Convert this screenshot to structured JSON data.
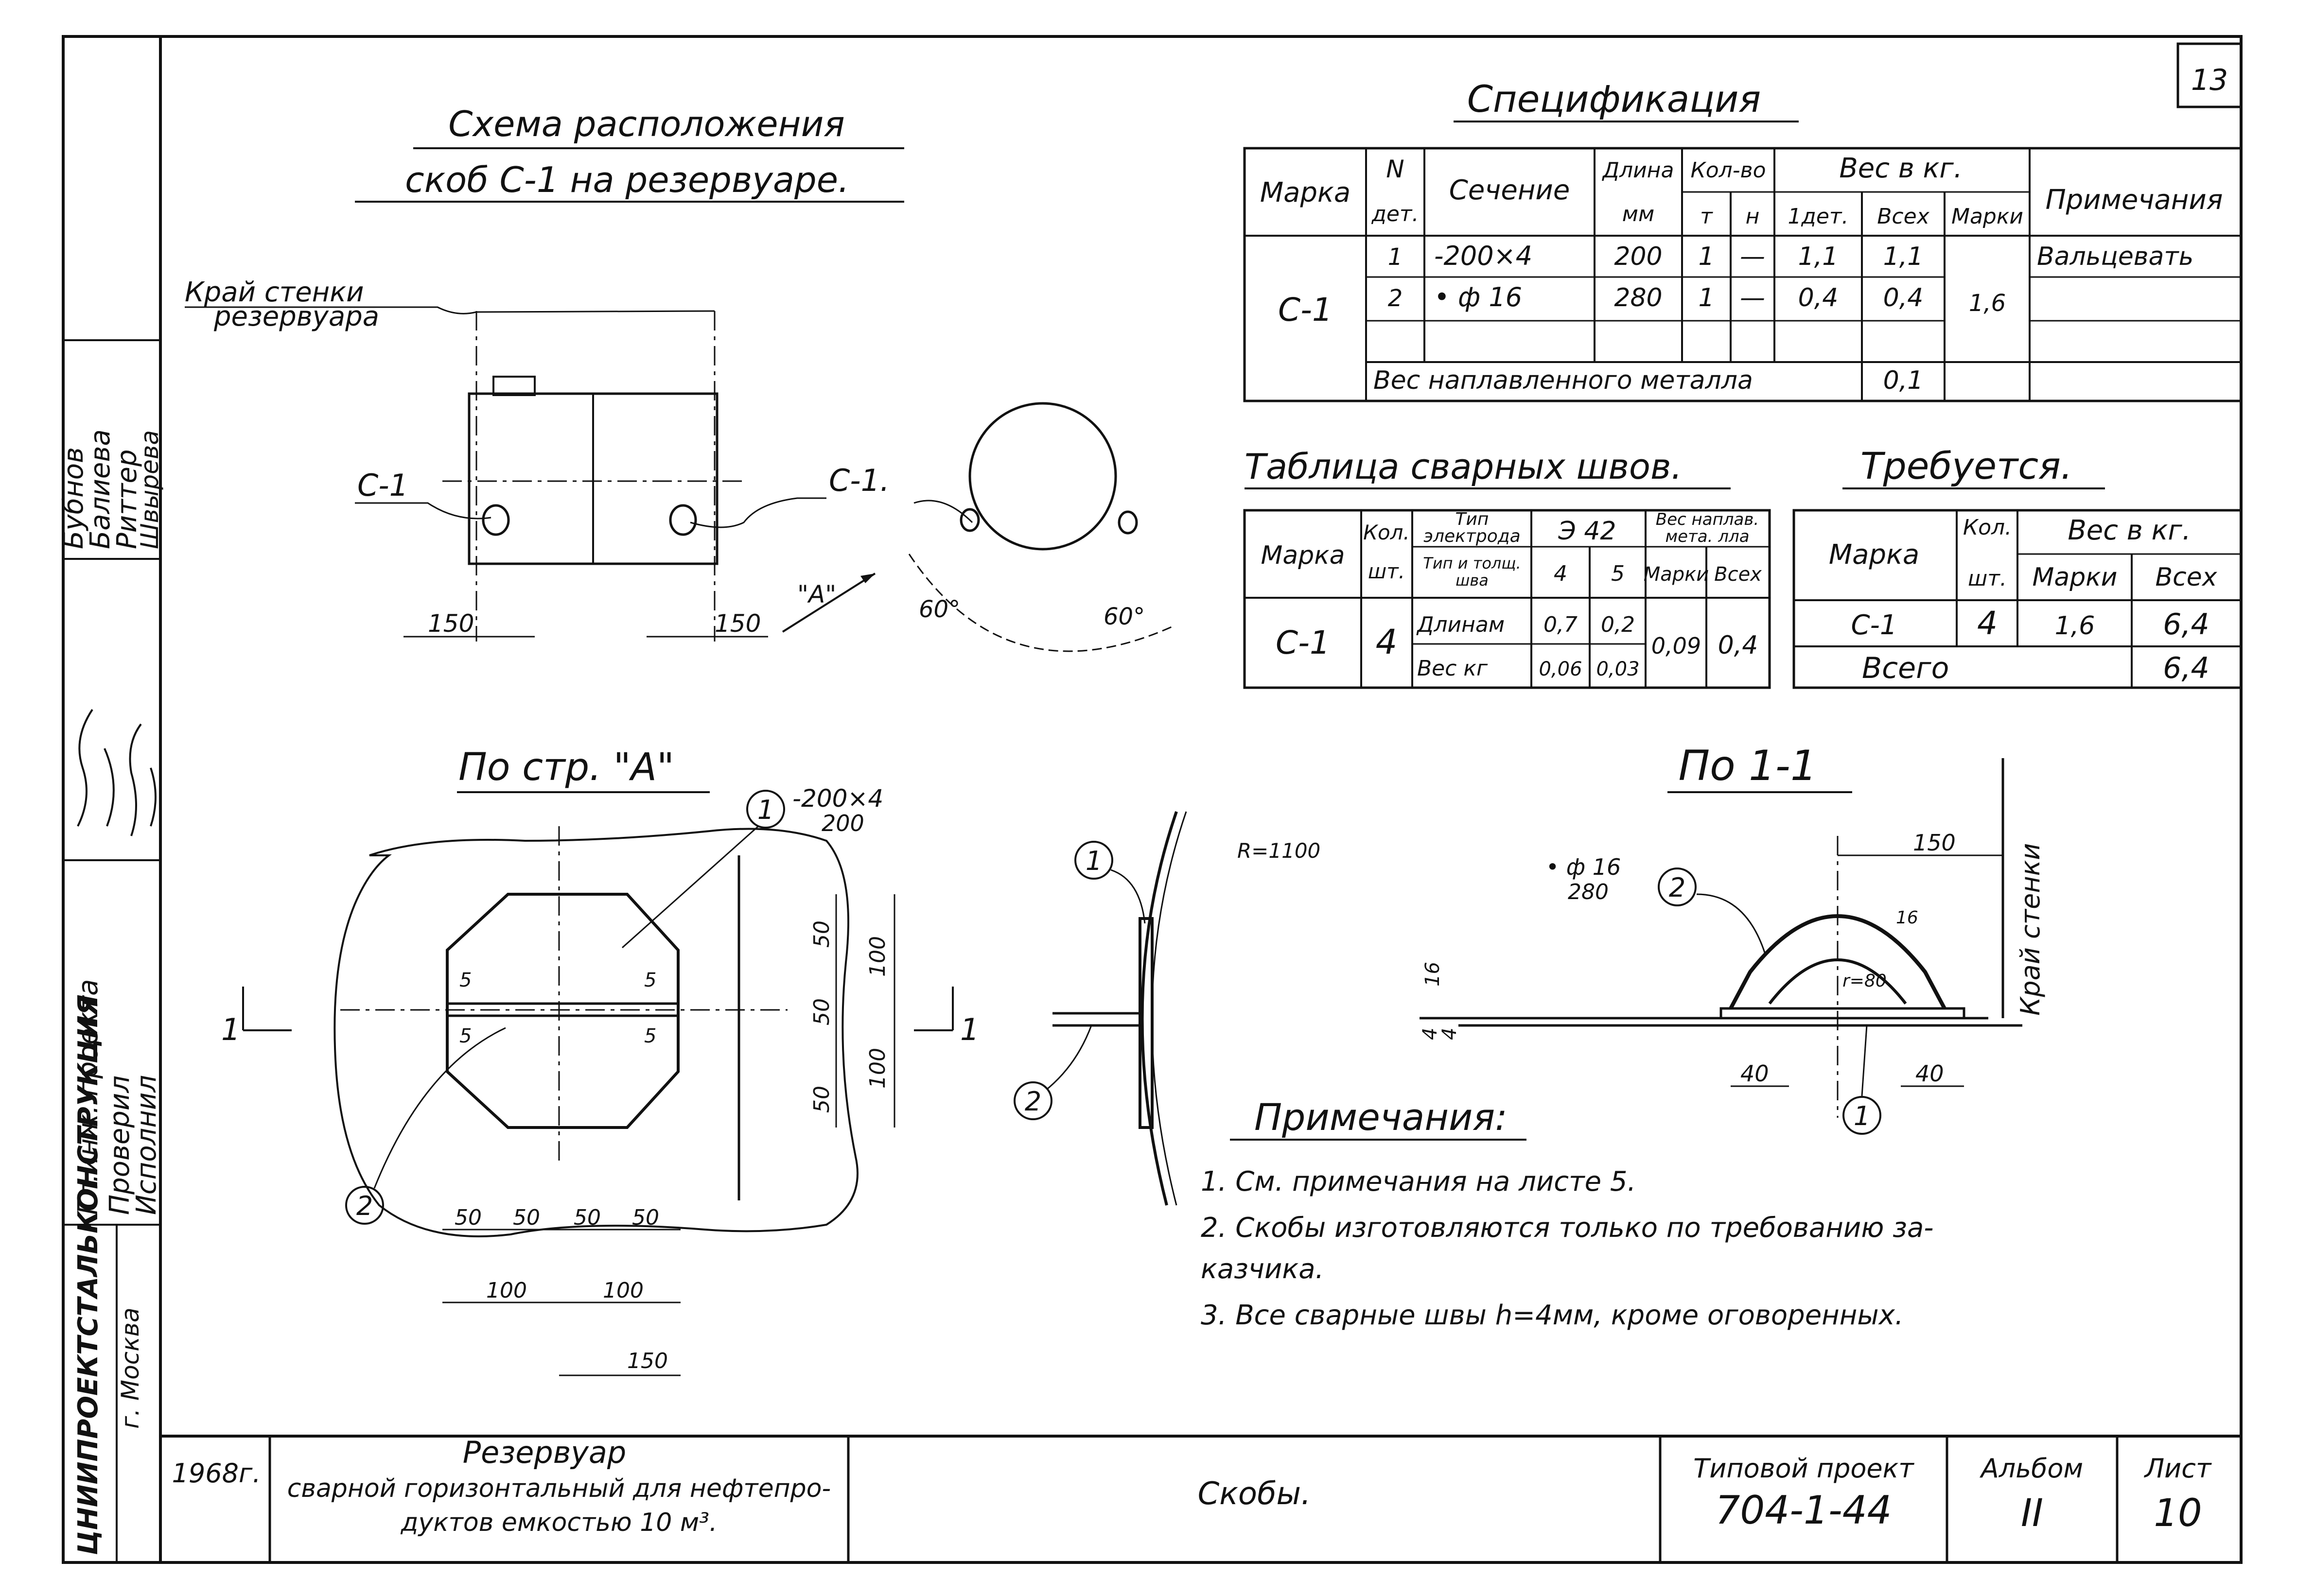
{
  "sheet_number": "13",
  "layout_title": {
    "line1": "Схема расположения",
    "line2": "скоб С-1 на резервуаре."
  },
  "tank_labels": {
    "edge_line1": "Край стенки",
    "edge_line2": "резервуара",
    "c1_left": "С-1",
    "c1_right": "С-1.",
    "view_a": "\"А\"",
    "dim_left": "150",
    "dim_right": "150",
    "angle1": "60°",
    "angle2": "60°"
  },
  "spec": {
    "title": "Спецификация",
    "headers": {
      "marka": "Марка",
      "n": "N",
      "n2": "дет.",
      "section": "Сечение",
      "length": "Длина",
      "length_unit": "мм",
      "qty": "Кол-во",
      "qty_t": "т",
      "qty_n": "н",
      "weight": "Вес в кг.",
      "w_one": "1дет.",
      "w_all": "Всех",
      "w_marki": "Марки",
      "notes": "Примечания"
    },
    "mark": "С-1",
    "rows": [
      {
        "n": "1",
        "section": "-200×4",
        "length": "200",
        "t": "1",
        "n_qty": "—",
        "w1": "1,1",
        "wall": "1,1",
        "note": "Вальцевать"
      },
      {
        "n": "2",
        "section": "• ф 16",
        "length": "280",
        "t": "1",
        "n_qty": "—",
        "w1": "0,4",
        "wall": "0,4",
        "note": ""
      }
    ],
    "w_marki": "1,6",
    "weld_metal_label": "Вес наплавленного металла",
    "weld_metal_value": "0,1"
  },
  "welds": {
    "title": "Таблица сварных швов.",
    "headers": {
      "marka": "Марка",
      "qty": "Кол.",
      "qty2": "шт.",
      "etype": "Тип",
      "etype2": "электрода",
      "e42": "Э 42",
      "seam": "Тип и толщ.",
      "seam2": "шва",
      "h4": "4",
      "h5": "5",
      "wm": "Вес наплав.",
      "wm2": "мета. лла",
      "marki": "Марки",
      "vsex": "Всех"
    },
    "mark": "С-1",
    "qty": "4",
    "row1": {
      "label": "Длинам",
      "v4": "0,7",
      "v5": "0,2"
    },
    "row2": {
      "label": "Вес кг",
      "v4": "0,06",
      "v5": "0,03"
    },
    "marki": "0,09",
    "vsex": "0,4"
  },
  "required": {
    "title": "Требуется.",
    "headers": {
      "marka": "Марка",
      "qty": "Кол.",
      "qty2": "шт.",
      "weight": "Вес в кг.",
      "marki": "Марки",
      "vsex": "Всех"
    },
    "mark": "С-1",
    "qty": "4",
    "marki": "1,6",
    "vsex": "6,4",
    "total_label": "Всего",
    "total": "6,4"
  },
  "view_a": {
    "title": "По стр. \"А\"",
    "plate_label": "-200×4",
    "plate_sub": "200",
    "callout1": "1",
    "callout2": "2",
    "seam_a": "5",
    "seam_b": "5",
    "seam_c": "5",
    "seam_d": "5",
    "dim50a": "50",
    "dim50b": "50",
    "dim50c": "50",
    "dim100a": "100",
    "dim100b": "100",
    "bottom50": [
      "50",
      "50",
      "50",
      "50"
    ],
    "bottom100": [
      "100",
      "100"
    ],
    "bottom150": "150",
    "section_mark": "1"
  },
  "side_view": {
    "radius": "R=1100",
    "callout1": "1",
    "callout2": "2"
  },
  "section11": {
    "title": "По 1-1",
    "rod_label": "• ф 16",
    "rod_sub": "280",
    "callout2": "2",
    "callout1": "1",
    "dim150": "150",
    "dim16": "16",
    "dim4": "4",
    "dim4b": "4",
    "dim40a": "40",
    "dim40b": "40",
    "radius": "r=80",
    "r16": "16",
    "wall_label": "Край стенки"
  },
  "notes": {
    "title": "Примечания:",
    "items": [
      "1.  См. примечания на листе 5.",
      "2.  Скобы изготовляются только по требованию за-",
      "     казчика.",
      "3.  Все сварные швы h=4мм, кроме оговоренных."
    ]
  },
  "side_stamp": {
    "org": "ЦНИИПРОЕКТСТАЛЬКОНСТРУКЦИЯ",
    "city": "г. Москва",
    "roles": [
      "Гл.инж. проекта",
      "Проверил",
      "Исполнил"
    ],
    "names": [
      "Бубнов",
      "Балиева",
      "Риттер",
      "Швырева"
    ]
  },
  "title_block": {
    "year": "1968г.",
    "project_line1": "Резервуар",
    "project_line2": "сварной горизонтальный для нефтепро-",
    "project_line3": "дуктов емкостью 10 м³.",
    "drawing": "Скобы.",
    "typ_label": "Типовой проект",
    "typ_number": "704-1-44",
    "album_label": "Альбом",
    "album": "II",
    "list_label": "Лист",
    "list": "10"
  }
}
